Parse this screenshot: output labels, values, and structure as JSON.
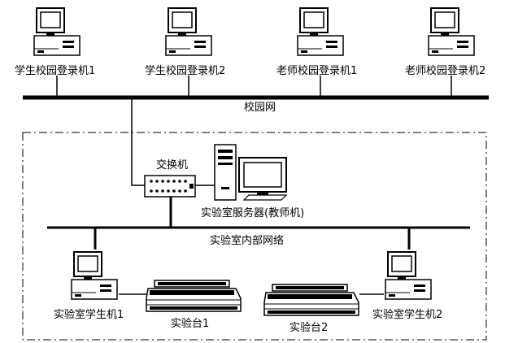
{
  "campus_terminals": [
    {
      "label": "学生校园登录机1"
    },
    {
      "label": "学生校园登录机2"
    },
    {
      "label": "老师校园登录机1"
    },
    {
      "label": "老师校园登录机2"
    }
  ],
  "campus_network": {
    "label": "校园网"
  },
  "switch": {
    "label": "交换机"
  },
  "server": {
    "label": "实验室服务器(教师机)"
  },
  "lab_network": {
    "label": "实验室内部网络"
  },
  "lab_students": [
    {
      "label": "实验室学生机1"
    },
    {
      "label": "实验室学生机2"
    }
  ],
  "lab_benches": [
    {
      "label": "实验台1"
    },
    {
      "label": "实验台2"
    }
  ]
}
